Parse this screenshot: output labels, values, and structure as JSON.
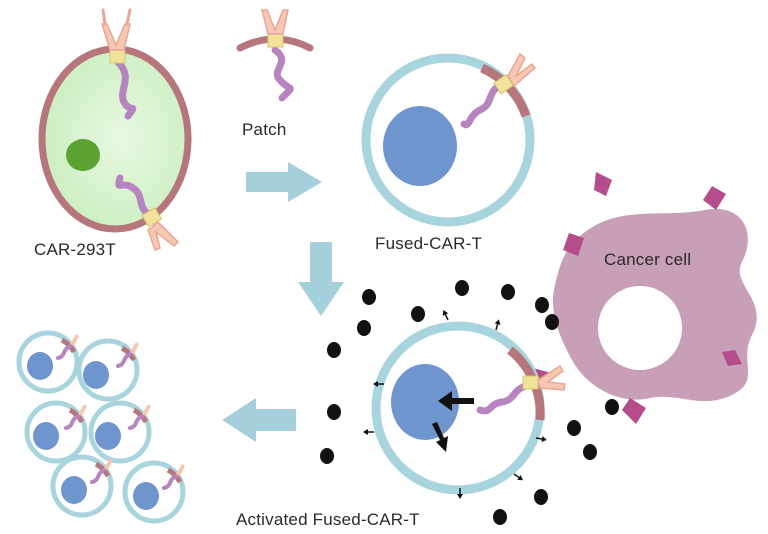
{
  "labels": {
    "car_293t": "CAR-293T",
    "patch": "Patch",
    "fused_car_t": "Fused-CAR-T",
    "cancer_cell": "Cancer cell",
    "activated_fused_car_t": "Activated Fused-CAR-T"
  },
  "colors": {
    "t_cell_membrane": "#a8d4de",
    "nucleus": "#6f95cf",
    "car_293t_membrane": "#b7767b",
    "car_293t_cytoplasm": "#e6f8de",
    "car_293t_nucleus": "#5aa332",
    "car_receptor_tail": "#b784c0",
    "car_hinge": "#f2e29a",
    "car_antigen_binding": "#f6c8b4",
    "cancer_cell_body": "#c7a0b8",
    "cancer_antigen": "#b54d8c",
    "cytokine": "#111111",
    "process_arrow": "#a6cfdc"
  }
}
